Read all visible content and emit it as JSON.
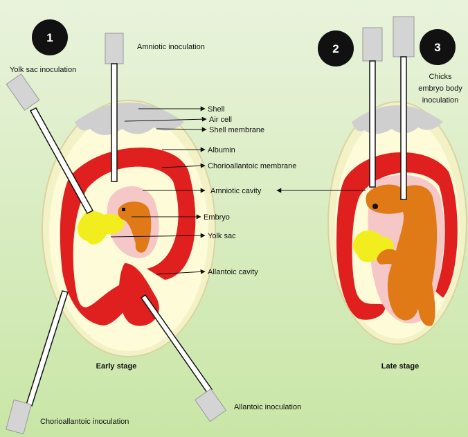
{
  "colors": {
    "background_top": "#e9f3dc",
    "background_bottom": "#c9e6a6",
    "shell": "#f3f1c6",
    "albumin": "#fdfbd8",
    "membrane": "#e01f1f",
    "amnion": "#f6c7c7",
    "embryo": "#e07a16",
    "yolk": "#f2ee1d",
    "air_cell": "#cfcfcf",
    "badge": "#111111"
  },
  "badges": [
    "1",
    "2",
    "3"
  ],
  "labels": {
    "yolk_sac_inoculation": "Yolk sac inoculation",
    "amniotic_inoculation": "Amniotic inoculation",
    "chicks_line1": "Chicks",
    "chicks_line2": "embryo body",
    "chicks_line3": "inoculation",
    "shell": "Shell",
    "air_cell": "Air cell",
    "shell_membrane": "Shell membrane",
    "albumin": "Albumin",
    "chorioallantoic_membrane": "Chorioallantoic membrane",
    "amniotic_cavity": "Amniotic cavity",
    "embryo": "Embryo",
    "yolk_sac": "Yolk sac",
    "allantoic_cavity": "Allantoic cavity",
    "early_stage": "Early stage",
    "late_stage": "Late stage",
    "allantoic_inoculation": "Allantoic inoculation",
    "chorioallantoic_inoculation": "Chorioallantoic inoculation"
  }
}
